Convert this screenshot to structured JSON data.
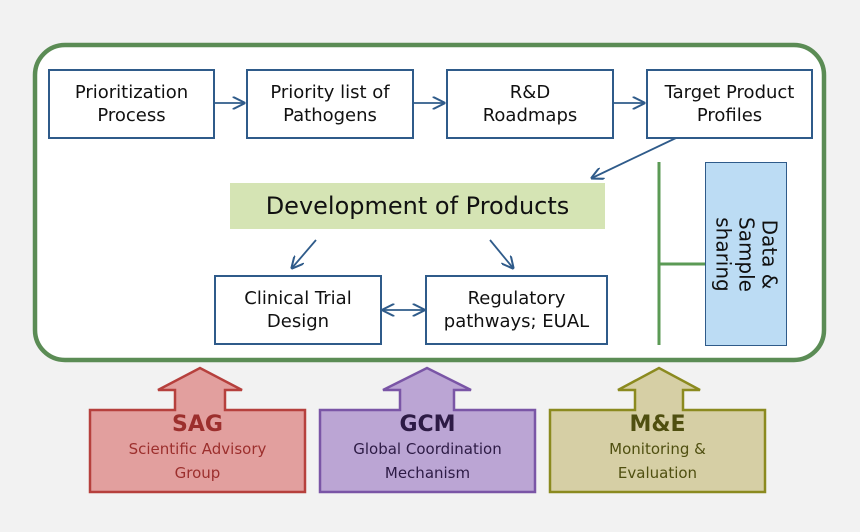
{
  "process_steps": [
    {
      "id": "prioritization",
      "label": "Prioritization\nProcess"
    },
    {
      "id": "priority-list",
      "label": "Priority list of\nPathogens"
    },
    {
      "id": "roadmaps",
      "label": "R&D\nRoadmaps"
    },
    {
      "id": "target-profiles",
      "label": "Target Product\nProfiles"
    }
  ],
  "development": {
    "label": "Development of Products"
  },
  "outcomes": [
    {
      "id": "clinical-trial",
      "label": "Clinical Trial\nDesign"
    },
    {
      "id": "regulatory",
      "label": "Regulatory\npathways; EUAL"
    }
  ],
  "data_sharing": {
    "label": "Data & Sample\nsharing"
  },
  "support_groups": [
    {
      "id": "sag",
      "abbr": "SAG",
      "full": "Scientific Advisory\nGroup",
      "fill": "#e29f9e",
      "stroke": "#b6403d",
      "text": "#9c2f2d"
    },
    {
      "id": "gcm",
      "abbr": "GCM",
      "full": "Global Coordination\nMechanism",
      "fill": "#bba5d4",
      "stroke": "#7a55a6",
      "text": "#2d1b45"
    },
    {
      "id": "me",
      "abbr": "M&E",
      "full": "Monitoring &\nEvaluation",
      "fill": "#d6cfa5",
      "stroke": "#8b8a1f",
      "text": "#4f4f10"
    }
  ],
  "colors": {
    "frame": "#5b8c55",
    "arrow": "#2f5b8a",
    "bracket": "#5b9a55"
  }
}
